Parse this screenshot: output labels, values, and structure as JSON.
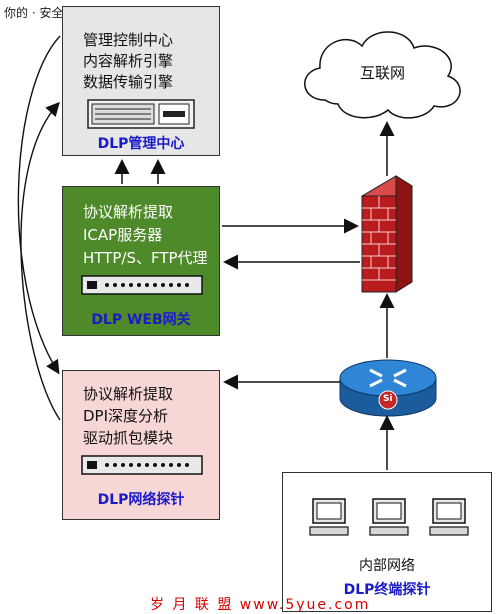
{
  "watermark_top": "你的 · 安全频道 · 数据 .com",
  "management_center": {
    "header_partial": "管理控制中心",
    "lines": [
      "管理控制中心",
      "内容解析引擎",
      "数据传输引擎"
    ],
    "caption": "DLP管理中心"
  },
  "web_gateway": {
    "lines": [
      "协议解析提取",
      "ICAP服务器",
      "HTTP/S、FTP代理"
    ],
    "caption": "DLP WEB网关"
  },
  "network_probe": {
    "lines": [
      "协议解析提取",
      "DPI深度分析",
      "驱动抓包模块"
    ],
    "caption": "DLP网络探针"
  },
  "internet": {
    "label": "互联网"
  },
  "router": {
    "label": "Si"
  },
  "internal_network": {
    "label": "内部网络",
    "caption": "DLP终端探针"
  },
  "watermark_bottom": "岁 月 联 盟   www.5yue.com",
  "colors": {
    "management_fill": "#e6e6e6",
    "gateway_fill": "#4f8a2a",
    "probe_fill": "#f7d6d6",
    "firewall": "#b81c1c",
    "router": "#1f6fb8",
    "caption_blue": "#1a1ac8"
  }
}
